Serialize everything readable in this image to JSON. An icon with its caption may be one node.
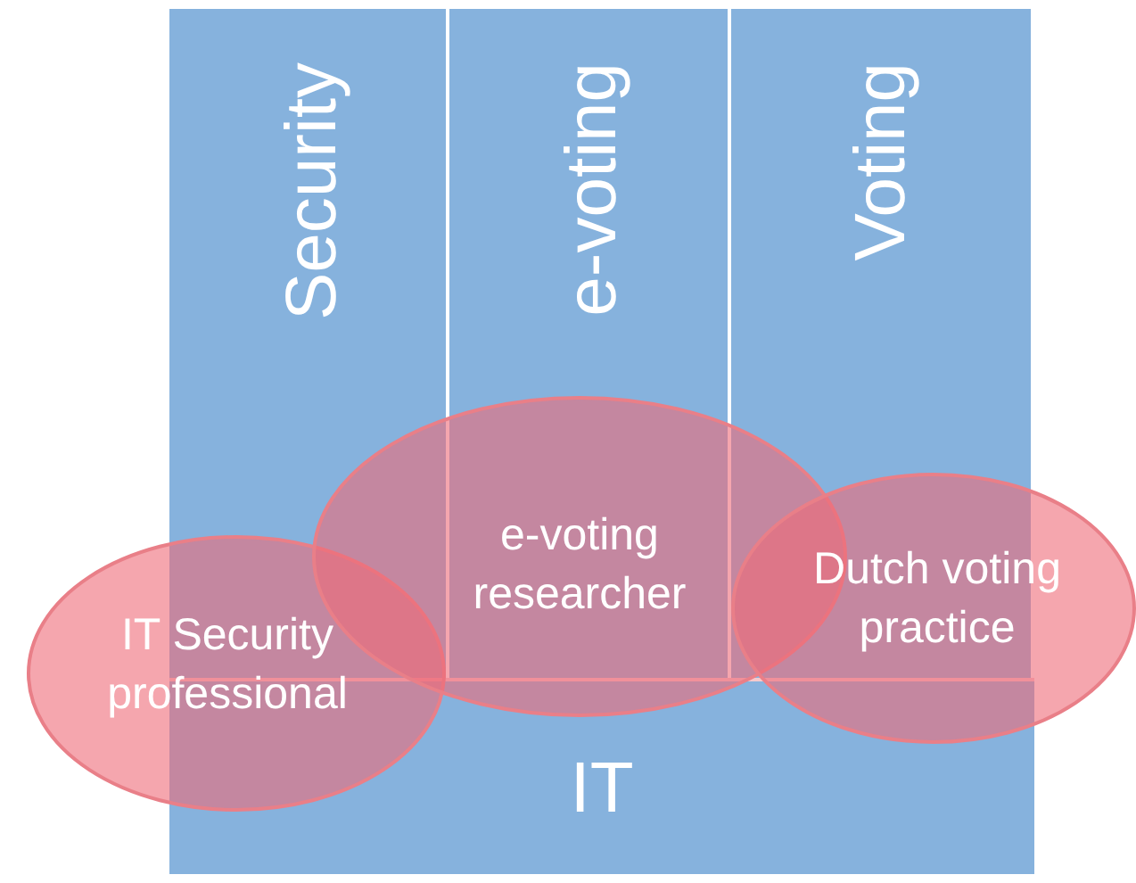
{
  "diagram": {
    "nodes": [
      {
        "text": [
          "Security"
        ]
      },
      {
        "text": [
          "e-voting"
        ]
      },
      {
        "text": [
          "Voting"
        ]
      },
      {
        "text": [
          "e-voting researcher"
        ]
      },
      {
        "text": [
          "Dutch voting practice"
        ]
      },
      {
        "text": [
          "IT Security professional"
        ]
      },
      {
        "text": [
          "IT"
        ]
      }
    ],
    "edges": []
  }
}
